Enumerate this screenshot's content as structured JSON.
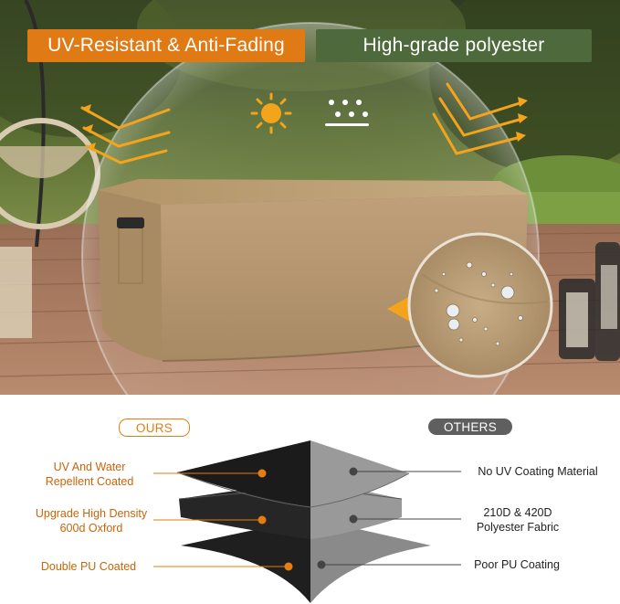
{
  "banners": {
    "left": "UV-Resistant & Anti-Fading",
    "right": "High-grade polyester"
  },
  "icons": {
    "sun": "sun-icon",
    "rain": "rain-icon",
    "arrows": "wind-arrows-icon",
    "droplets": "water-droplets-magnifier"
  },
  "comparison": {
    "ours_label": "OURS",
    "others_label": "OTHERS",
    "ours_features": [
      "UV And Water Repellent Coated",
      "Upgrade High Density 600d Oxford",
      "Double PU Coated"
    ],
    "others_features": [
      "No UV Coating Material",
      "210D & 420D Polyester Fabric",
      "Poor PU Coating"
    ]
  },
  "colors": {
    "accent_orange": "#e07a14",
    "accent_green": "#4e6a3c",
    "cover_tan": "#b89a72",
    "ours_layer": "#1e1e1e",
    "others_layer": "#8c8c8c"
  }
}
